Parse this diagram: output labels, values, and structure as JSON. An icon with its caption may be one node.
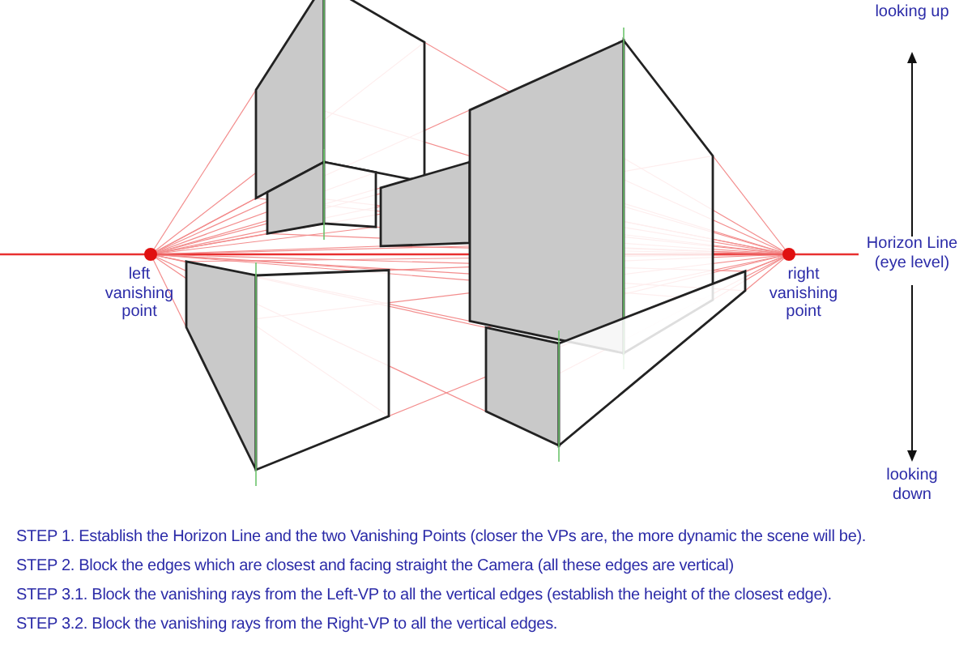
{
  "diagram": {
    "labels": [
      "looking up",
      "left vanishing point",
      "Horizon Line (eye level)",
      "right vanishing point",
      "looking down",
      "STEP 1. Establish the Horizon Line and the two Vanishing Points (closer the VPs are, the more dynamic the scene will be).",
      "STEP 2. Block the edges which are closest and facing straight the Camera (all these edges are vertical)",
      "STEP 3.1. Block the vanishing rays from the Left-VP to all the vertical edges (establish the height of the closest edge).",
      "STEP 3.2. Block the vanishing rays from the Right-VP to all the vertical edges."
    ]
  }
}
